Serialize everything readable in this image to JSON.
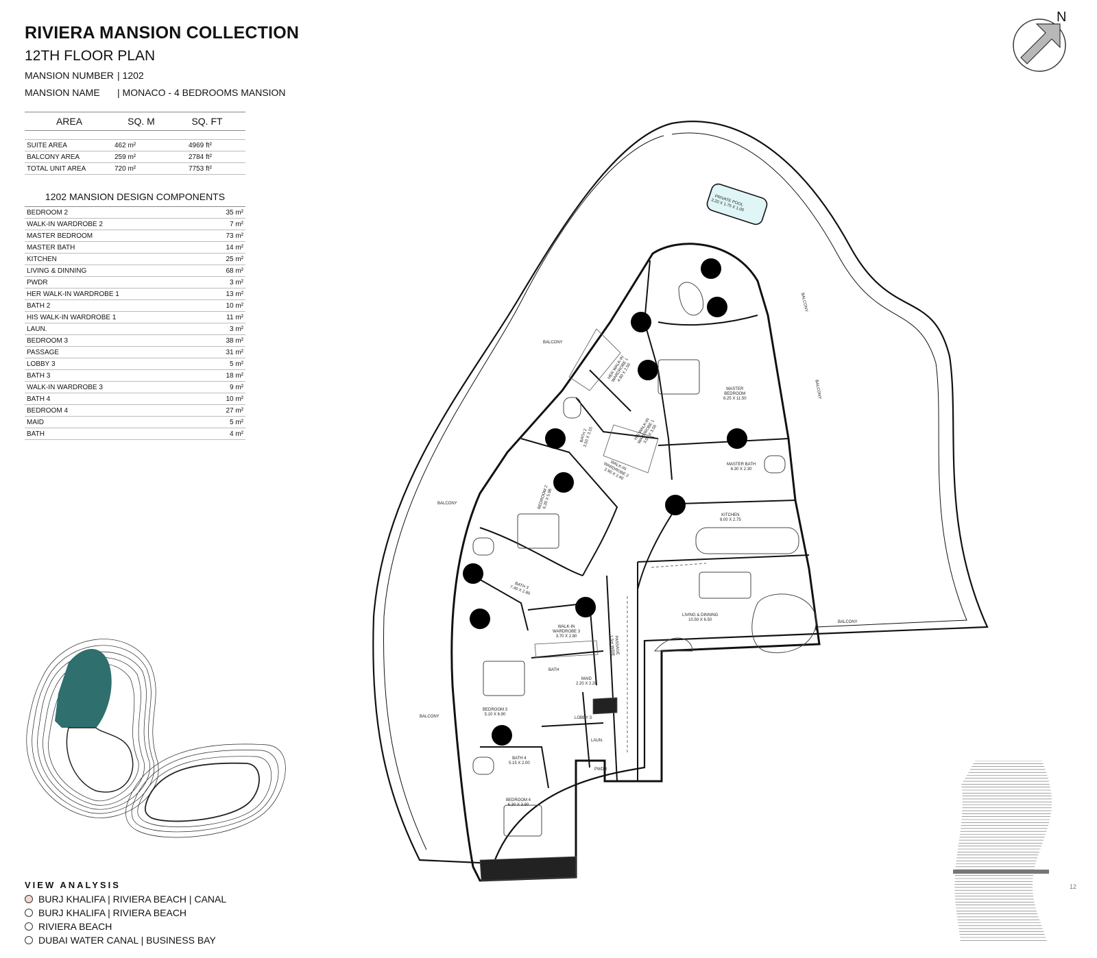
{
  "header": {
    "title": "RIVIERA MANSION COLLECTION",
    "subtitle": "12TH FLOOR PLAN",
    "mansion_number_label": "MANSION NUMBER",
    "mansion_number_value": "| 1202",
    "mansion_name_label": "MANSION NAME",
    "mansion_name_value": "| MONACO - 4 BEDROOMS MANSION"
  },
  "area_table": {
    "headers": [
      "AREA",
      "SQ. M",
      "SQ. FT"
    ],
    "rows": [
      {
        "name": "SUITE AREA",
        "sqm": "462 m²",
        "sqft": "4969 ft²"
      },
      {
        "name": "BALCONY AREA",
        "sqm": "259 m²",
        "sqft": "2784 ft²"
      },
      {
        "name": "TOTAL UNIT AREA",
        "sqm": "720 m²",
        "sqft": "7753 ft²"
      }
    ]
  },
  "components": {
    "title": "1202 MANSION DESIGN COMPONENTS",
    "rows": [
      {
        "name": "BEDROOM 2",
        "area": "35 m²"
      },
      {
        "name": "WALK-IN WARDROBE 2",
        "area": "7 m²"
      },
      {
        "name": "MASTER BEDROOM",
        "area": "73 m²"
      },
      {
        "name": "MASTER BATH",
        "area": "14 m²"
      },
      {
        "name": "KITCHEN",
        "area": "25 m²"
      },
      {
        "name": "LIVING & DINNING",
        "area": "68 m²"
      },
      {
        "name": "PWDR",
        "area": "3 m²"
      },
      {
        "name": "HER WALK-IN WARDROBE 1",
        "area": "13 m²"
      },
      {
        "name": "BATH 2",
        "area": "10 m²"
      },
      {
        "name": "HIS WALK-IN WARDROBE 1",
        "area": "11 m²"
      },
      {
        "name": "LAUN.",
        "area": "3 m²"
      },
      {
        "name": "BEDROOM 3",
        "area": "38 m²"
      },
      {
        "name": "PASSAGE",
        "area": "31 m²"
      },
      {
        "name": "LOBBY 3",
        "area": "5 m²"
      },
      {
        "name": "BATH 3",
        "area": "18 m²"
      },
      {
        "name": "WALK-IN WARDROBE 3",
        "area": "9 m²"
      },
      {
        "name": "BATH 4",
        "area": "10 m²"
      },
      {
        "name": "BEDROOM 4",
        "area": "27 m²"
      },
      {
        "name": "MAID",
        "area": "5 m²"
      },
      {
        "name": "BATH",
        "area": "4 m²"
      }
    ]
  },
  "view_analysis": {
    "title": "VIEW ANALYSIS",
    "items": [
      {
        "label": "BURJ KHALIFA | RIVIERA BEACH | CANAL",
        "color": "#f4d9cf"
      },
      {
        "label": "BURJ KHALIFA | RIVIERA BEACH",
        "color": "#ffffff"
      },
      {
        "label": "RIVIERA BEACH",
        "color": "#ffffff"
      },
      {
        "label": "DUBAI WATER CANAL | BUSINESS BAY",
        "color": "#ffffff"
      }
    ]
  },
  "compass": {
    "label": "N"
  },
  "keyplan": {
    "highlight_color": "#2f6f6e"
  },
  "elevation": {
    "floor": "12"
  },
  "plan_labels": {
    "pool": "PRIVATE POOL\n3.20 X 1.75 X 1.00",
    "balcony": "BALCONY",
    "master_bedroom": "MASTER\nBEDROOM\n6.25 X 11.50",
    "master_bath": "MASTER BATH\n6.30 X 2.30",
    "kitchen": "KITCHEN\n8.00 X 2.75",
    "living": "LIVING & DINNING\n10.50 X 6.50",
    "bedroom2": "BEDROOM 2\n6.30 X 5.95",
    "bath2": "BATH 2\n3.50 X 3.15",
    "her_wardrobe": "HER WALK-IN\nWARDROBE 1\n4.80 X 2.50",
    "his_wardrobe": "HIS WALK-IN\nWARDROBE 1\n3.05 X 3.50",
    "wardrobe2": "WALK-IN\nWARDROBE 2\n2.90 X 2.40",
    "bath3": "BATH 3\n7.40 X 2.80",
    "wardrobe3": "WALK-IN\nWARDROBE 3\n3.70 X 2.80",
    "passage": "PASSAGE\n1.5m WIDE",
    "bedroom3": "BEDROOM 3\n5.10 X 6.90",
    "bath_small": "BATH",
    "maid": "MAID\n2.20 X 2.20",
    "lobby3": "LOBBY 3",
    "laun": "LAUN.",
    "pwdr": "PWDR",
    "bath4": "BATH 4\n5.15 X 2.00",
    "bedroom4": "BEDROOM 4\n6.30 X 3.90"
  }
}
